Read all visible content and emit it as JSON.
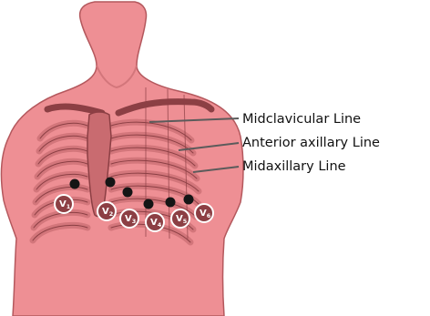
{
  "diagram": {
    "lines": [
      {
        "label": "Midclavicular Line"
      },
      {
        "label": "Anterior axillary Line"
      },
      {
        "label": "Midaxillary Line"
      }
    ],
    "electrodes": [
      {
        "letter": "V",
        "sub": "1"
      },
      {
        "letter": "V",
        "sub": "2"
      },
      {
        "letter": "V",
        "sub": "3"
      },
      {
        "letter": "V",
        "sub": "4"
      },
      {
        "letter": "V",
        "sub": "5"
      },
      {
        "letter": "V",
        "sub": "6"
      }
    ],
    "colors": {
      "skin": "#ee8f94",
      "skin_outline": "#b4585d",
      "rib": "#d3767b",
      "rib_edge": "#8c3f44",
      "sternum": "#c96b70",
      "dot": "#151515",
      "badge_fill": "#ffffff",
      "badge_stroke": "#8c3f44",
      "pointer": "#5b5b5b"
    }
  }
}
